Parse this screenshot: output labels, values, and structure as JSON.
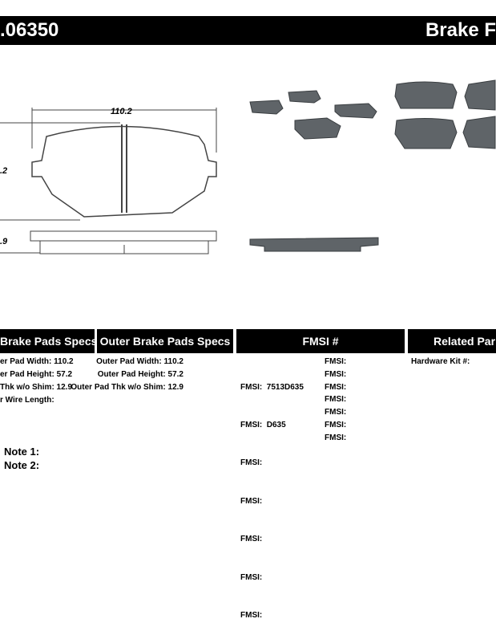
{
  "header": {
    "part_number": ".06350",
    "title": "Brake F"
  },
  "drawing": {
    "width_dim": "110.2",
    "height_dim": ".2",
    "thk_dim": ".9"
  },
  "table": {
    "headers": [
      "Brake Pads Specs",
      "Outer Brake Pads Specs",
      "FMSI #",
      "Related Par"
    ],
    "inner": [
      "er Pad Width: 110.2",
      "er Pad Height: 57.2",
      "Thk w/o Shim: 12.9",
      "r Wire Length:"
    ],
    "outer": [
      "Outer Pad Width: 110.2",
      "Outer Pad Height: 57.2",
      "Outer Pad Thk w/o Shim: 12.9"
    ],
    "fmsi_left": [
      "FMSI:  7513D635",
      "FMSI:  D635",
      "FMSI:",
      "FMSI:",
      "FMSI:",
      "FMSI:",
      "FMSI:"
    ],
    "fmsi_right": [
      "FMSI:",
      "FMSI:",
      "FMSI:",
      "FMSI:",
      "FMSI:",
      "FMSI:",
      "FMSI:"
    ],
    "related": [
      "Hardware Kit #:"
    ]
  },
  "notes": [
    "Note 1:",
    "Note 2:"
  ],
  "colors": {
    "bar": "#000000",
    "pad": "#5f6468"
  }
}
